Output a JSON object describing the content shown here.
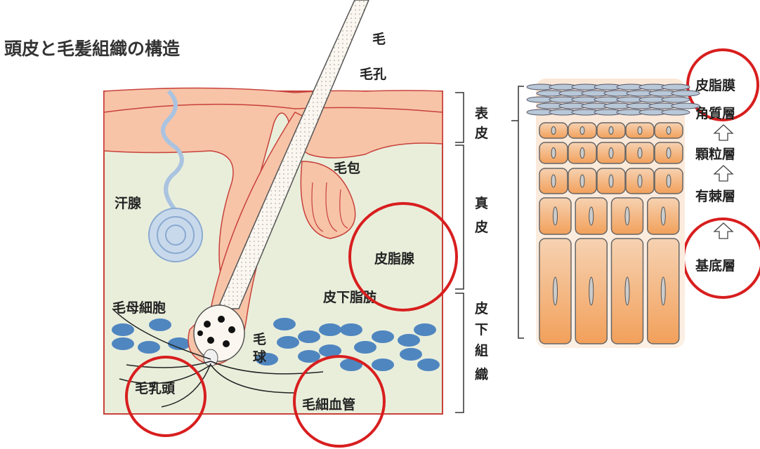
{
  "title": "頭皮と毛髪組織の構造",
  "labels": {
    "hair": "毛",
    "pore": "毛孔",
    "follicle": "毛包",
    "sweat_gland": "汗腺",
    "sebaceous_gland": "皮脂腺",
    "hair_matrix_cells": "毛母細胞",
    "subcutaneous_fat": "皮下脂肪",
    "hair_bulb": [
      "毛",
      "球"
    ],
    "dermal_papilla": "毛乳頭",
    "capillaries": "毛細血管"
  },
  "layers": {
    "epidermis": [
      "表",
      "皮"
    ],
    "dermis": [
      "真",
      "皮"
    ],
    "subcutaneous": [
      "皮",
      "下",
      "組",
      "織"
    ]
  },
  "epidermis_layers": {
    "sebum_film": "皮脂膜",
    "stratum_corneum": "角質層",
    "stratum_granulosum": "顆粒層",
    "stratum_spinosum": "有棘層",
    "stratum_basale": "基底層"
  },
  "colors": {
    "epidermis": "#f7c4a8",
    "dermis": "#e9eedb",
    "outline": "#c8413a",
    "fat": "#4f86c0",
    "highlight_circle": "#d81e1e"
  }
}
